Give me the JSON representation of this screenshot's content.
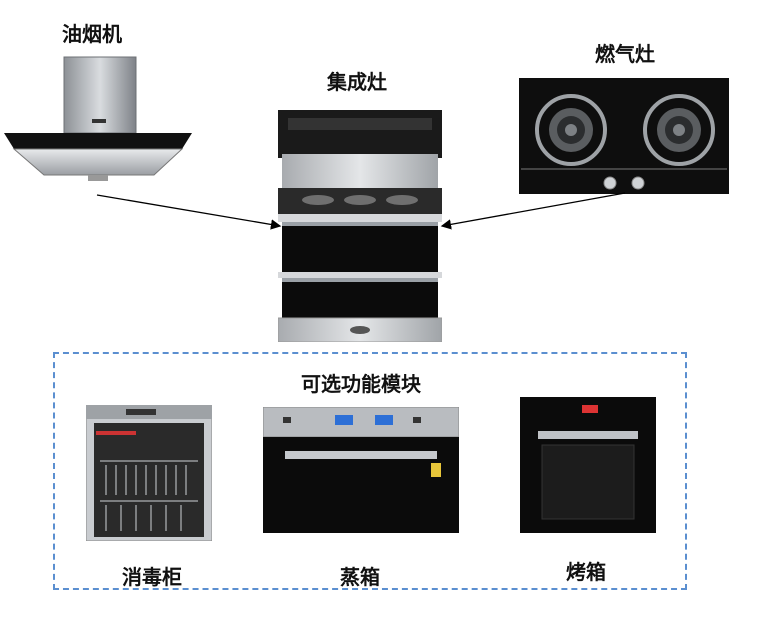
{
  "labels": {
    "range_hood": "油烟机",
    "integrated_stove": "集成灶",
    "gas_stove": "燃气灶",
    "optional_modules": "可选功能模块",
    "sterilizer": "消毒柜",
    "steamer": "蒸箱",
    "oven": "烤箱"
  },
  "colors": {
    "dashed_border": "#5b8fd0",
    "arrow": "#000000",
    "stainless": "#b9bcc0",
    "black_glass": "#0b0b0b"
  },
  "icons": {
    "range_hood": "range-hood-icon",
    "integrated_stove": "integrated-stove-icon",
    "gas_stove": "gas-stove-icon",
    "sterilizer": "sterilizer-cabinet-icon",
    "steamer": "steam-oven-icon",
    "oven": "oven-icon"
  }
}
